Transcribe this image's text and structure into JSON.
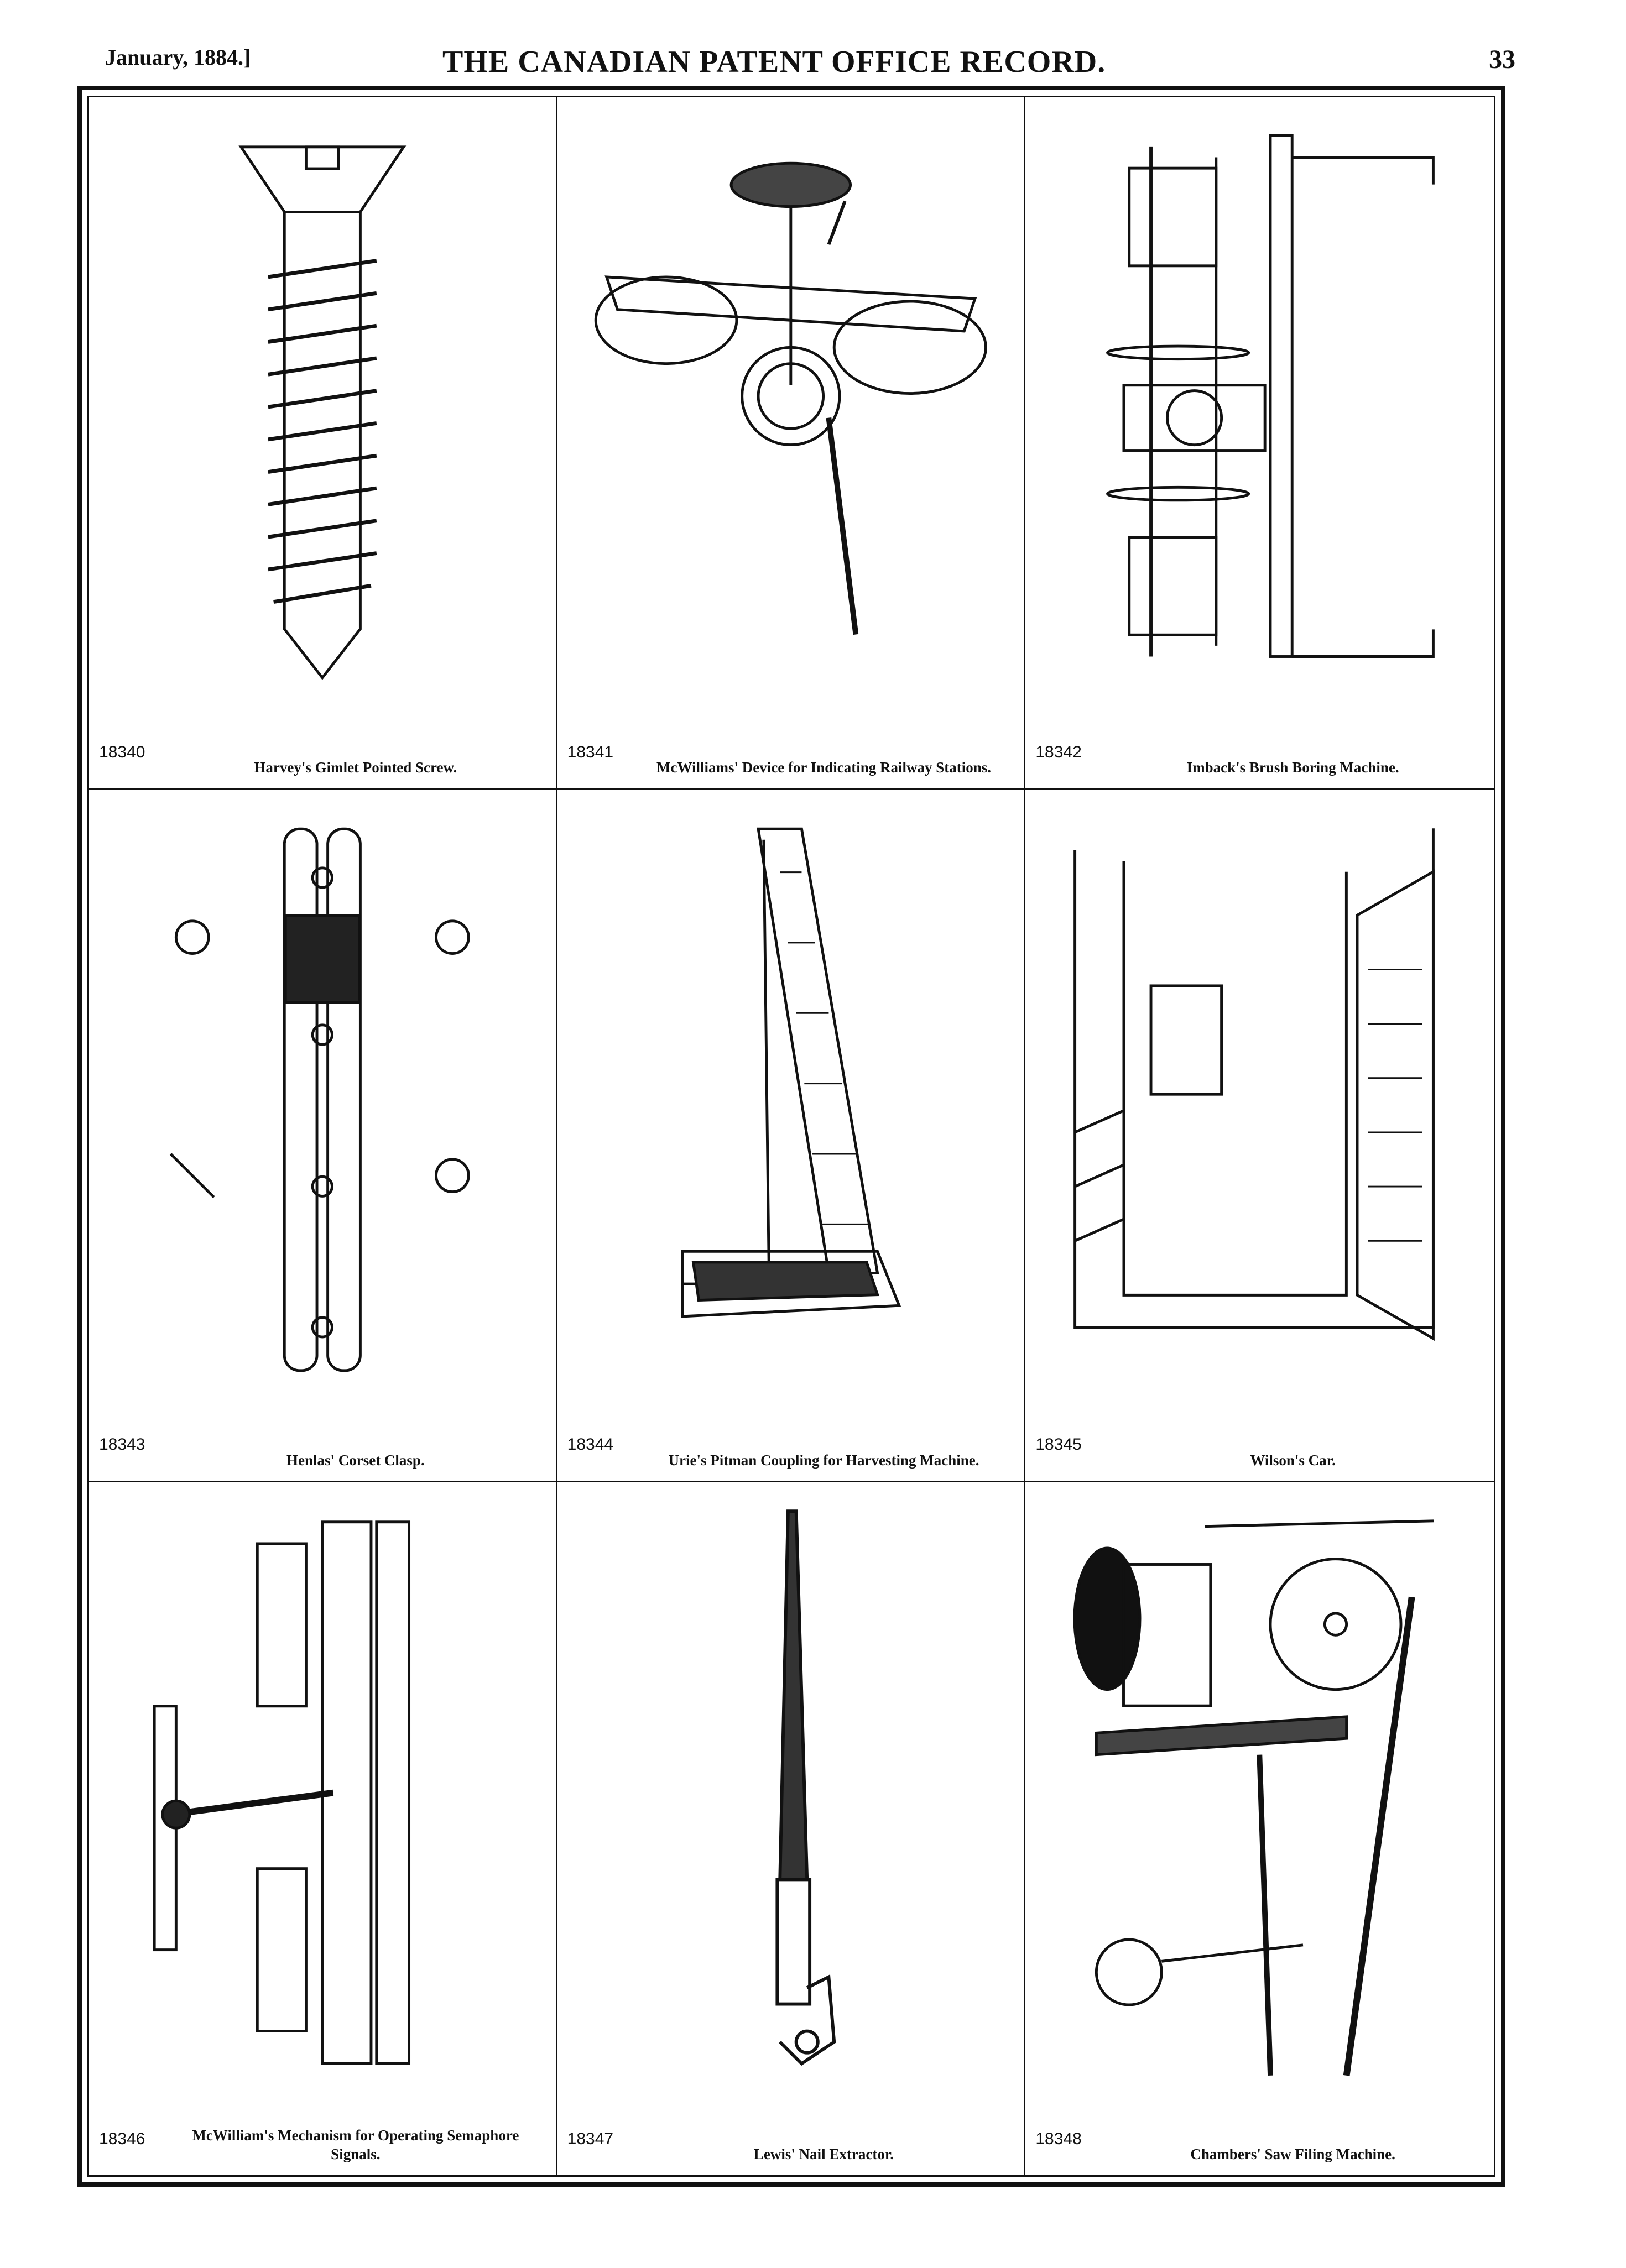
{
  "header": {
    "date": "January, 1884.]",
    "title": "THE CANADIAN PATENT OFFICE RECORD.",
    "page_number": "33"
  },
  "patents": [
    {
      "number": "18340",
      "caption": "Harvey's Gimlet Pointed Screw."
    },
    {
      "number": "18341",
      "caption": "McWilliams' Device for Indicating Railway Stations."
    },
    {
      "number": "18342",
      "caption": "Imback's Brush Boring Machine."
    },
    {
      "number": "18343",
      "caption": "Henlas' Corset Clasp."
    },
    {
      "number": "18344",
      "caption": "Urie's Pitman Coupling for Harvesting Machine."
    },
    {
      "number": "18345",
      "caption": "Wilson's Car."
    },
    {
      "number": "18346",
      "caption": "McWilliam's Mechanism for Operating Semaphore Signals."
    },
    {
      "number": "18347",
      "caption": "Lewis' Nail Extractor."
    },
    {
      "number": "18348",
      "caption": "Chambers' Saw Filing Machine."
    }
  ]
}
